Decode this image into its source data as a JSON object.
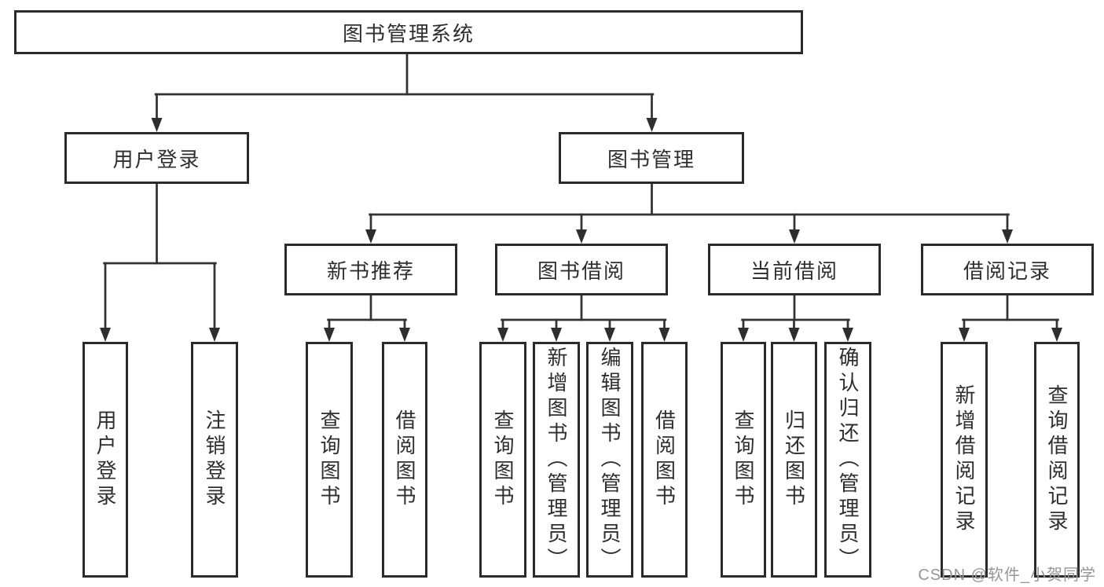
{
  "diagram": {
    "root": {
      "label": "图书管理系统"
    },
    "branches": [
      {
        "label": "用户登录",
        "children": [
          {
            "label": "用户登录"
          },
          {
            "label": "注销登录"
          }
        ]
      },
      {
        "label": "图书管理",
        "children": [
          {
            "label": "新书推荐",
            "children": [
              {
                "label": "查询图书"
              },
              {
                "label": "借阅图书"
              }
            ]
          },
          {
            "label": "图书借阅",
            "children": [
              {
                "label": "查询图书"
              },
              {
                "label": "新增图书（管理员）"
              },
              {
                "label": "编辑图书（管理员）"
              },
              {
                "label": "借阅图书"
              }
            ]
          },
          {
            "label": "当前借阅",
            "children": [
              {
                "label": "查询图书"
              },
              {
                "label": "归还图书"
              },
              {
                "label": "确认归还（管理员）"
              }
            ]
          },
          {
            "label": "借阅记录",
            "children": [
              {
                "label": "新增借阅记录"
              },
              {
                "label": "查询借阅记录"
              }
            ]
          }
        ]
      }
    ],
    "line_color": "#333333",
    "border_color": "#2b2b2b"
  },
  "watermark": {
    "text": "CSDN @软件_小贺同学",
    "color": "#969696"
  }
}
